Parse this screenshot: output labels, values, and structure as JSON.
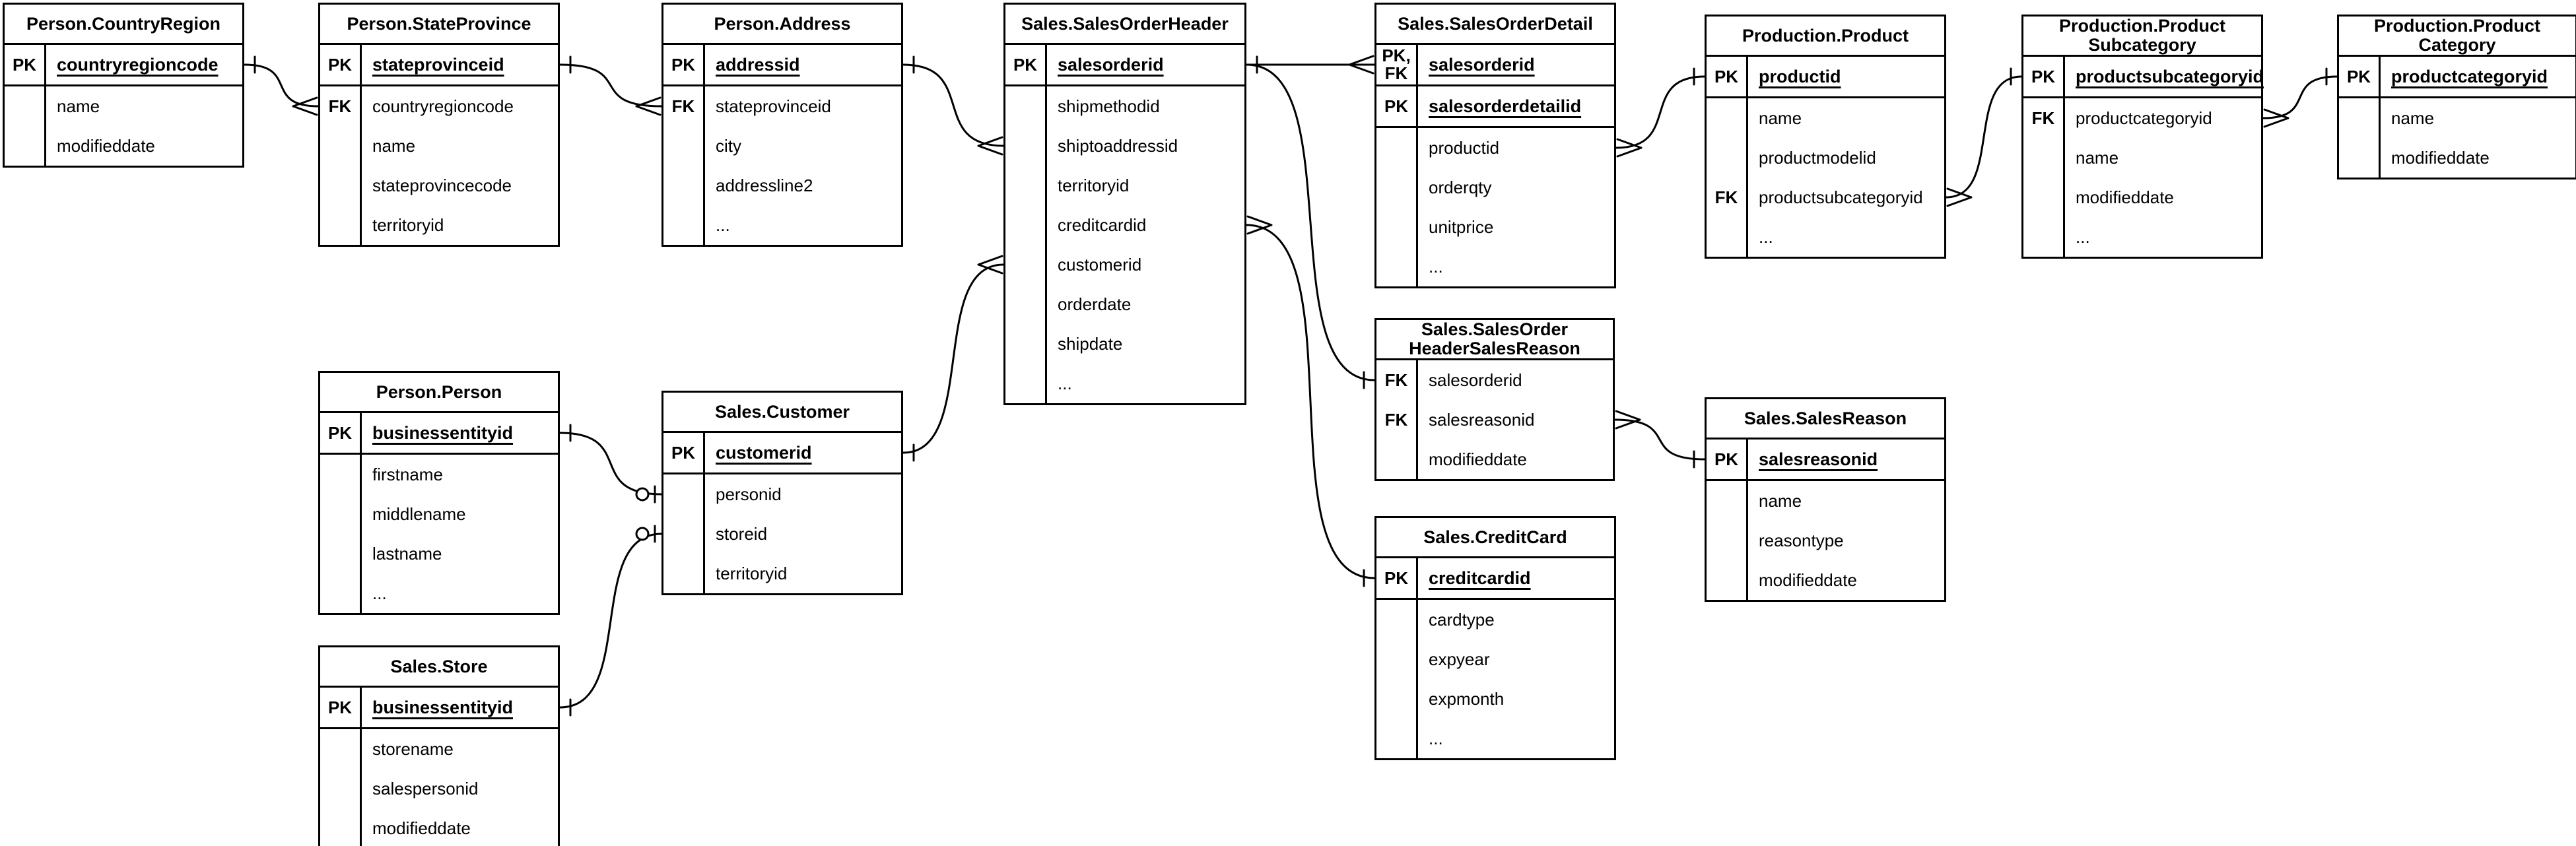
{
  "diagram": {
    "background_color": "#ffffff",
    "line_color": "#000000",
    "tables": [
      {
        "id": "countryregion",
        "title": [
          "Person.CountryRegion"
        ],
        "sections": [
          {
            "rows": [
              {
                "key": "PK",
                "label": "countryregioncode",
                "pk": true
              }
            ]
          },
          {
            "rows": [
              {
                "key": "",
                "label": "name"
              },
              {
                "key": "",
                "label": "modifieddate"
              }
            ]
          }
        ]
      },
      {
        "id": "stateprovince",
        "title": [
          "Person.StateProvince"
        ],
        "sections": [
          {
            "rows": [
              {
                "key": "PK",
                "label": "stateprovinceid",
                "pk": true
              }
            ]
          },
          {
            "rows": [
              {
                "key": "FK",
                "label": "countryregioncode"
              },
              {
                "key": "",
                "label": "name"
              },
              {
                "key": "",
                "label": "stateprovincecode"
              },
              {
                "key": "",
                "label": "territoryid"
              }
            ]
          }
        ]
      },
      {
        "id": "address",
        "title": [
          "Person.Address"
        ],
        "sections": [
          {
            "rows": [
              {
                "key": "PK",
                "label": "addressid",
                "pk": true
              }
            ]
          },
          {
            "rows": [
              {
                "key": "FK",
                "label": "stateprovinceid"
              },
              {
                "key": "",
                "label": "city"
              },
              {
                "key": "",
                "label": "addressline2"
              },
              {
                "key": "",
                "label": "..."
              }
            ]
          }
        ]
      },
      {
        "id": "salesorderheader",
        "title": [
          "Sales.SalesOrderHeader"
        ],
        "sections": [
          {
            "rows": [
              {
                "key": "PK",
                "label": "salesorderid",
                "pk": true
              }
            ]
          },
          {
            "rows": [
              {
                "key": "",
                "label": "shipmethodid"
              },
              {
                "key": "",
                "label": "shiptoaddressid"
              },
              {
                "key": "",
                "label": "territoryid"
              },
              {
                "key": "",
                "label": "creditcardid"
              },
              {
                "key": "",
                "label": "customerid"
              },
              {
                "key": "",
                "label": "orderdate"
              },
              {
                "key": "",
                "label": "shipdate"
              },
              {
                "key": "",
                "label": "..."
              }
            ]
          }
        ]
      },
      {
        "id": "salesorderdetail",
        "title": [
          "Sales.SalesOrderDetail"
        ],
        "sections": [
          {
            "rows": [
              {
                "key": "PK,\nFK",
                "label": "salesorderid",
                "pk": true
              }
            ]
          },
          {
            "rows": [
              {
                "key": "PK",
                "label": "salesorderdetailid",
                "pk": true
              }
            ]
          },
          {
            "rows": [
              {
                "key": "",
                "label": "productid"
              },
              {
                "key": "",
                "label": "orderqty"
              },
              {
                "key": "",
                "label": "unitprice"
              },
              {
                "key": "",
                "label": "..."
              }
            ]
          }
        ]
      },
      {
        "id": "product",
        "title": [
          "Production.Product"
        ],
        "sections": [
          {
            "rows": [
              {
                "key": "PK",
                "label": "productid",
                "pk": true
              }
            ]
          },
          {
            "rows": [
              {
                "key": "",
                "label": "name"
              },
              {
                "key": "",
                "label": "productmodelid"
              },
              {
                "key": "FK",
                "label": "productsubcategoryid"
              },
              {
                "key": "",
                "label": "..."
              }
            ]
          }
        ]
      },
      {
        "id": "productsubcategory",
        "title": [
          "Production.Product",
          "Subcategory"
        ],
        "sections": [
          {
            "rows": [
              {
                "key": "PK",
                "label": "productsubcategoryid",
                "pk": true
              }
            ]
          },
          {
            "rows": [
              {
                "key": "FK",
                "label": "productcategoryid"
              },
              {
                "key": "",
                "label": "name"
              },
              {
                "key": "",
                "label": "modifieddate"
              },
              {
                "key": "",
                "label": "..."
              }
            ]
          }
        ]
      },
      {
        "id": "productcategory",
        "title": [
          "Production.Product",
          "Category"
        ],
        "sections": [
          {
            "rows": [
              {
                "key": "PK",
                "label": "productcategoryid",
                "pk": true
              }
            ]
          },
          {
            "rows": [
              {
                "key": "",
                "label": "name"
              },
              {
                "key": "",
                "label": "modifieddate"
              }
            ]
          }
        ]
      },
      {
        "id": "person",
        "title": [
          "Person.Person"
        ],
        "sections": [
          {
            "rows": [
              {
                "key": "PK",
                "label": "businessentityid",
                "pk": true
              }
            ]
          },
          {
            "rows": [
              {
                "key": "",
                "label": "firstname"
              },
              {
                "key": "",
                "label": "middlename"
              },
              {
                "key": "",
                "label": "lastname"
              },
              {
                "key": "",
                "label": "..."
              }
            ]
          }
        ]
      },
      {
        "id": "customer",
        "title": [
          "Sales.Customer"
        ],
        "sections": [
          {
            "rows": [
              {
                "key": "PK",
                "label": "customerid",
                "pk": true
              }
            ]
          },
          {
            "rows": [
              {
                "key": "",
                "label": "personid"
              },
              {
                "key": "",
                "label": "storeid"
              },
              {
                "key": "",
                "label": "territoryid"
              }
            ]
          }
        ]
      },
      {
        "id": "store",
        "title": [
          "Sales.Store"
        ],
        "sections": [
          {
            "rows": [
              {
                "key": "PK",
                "label": "businessentityid",
                "pk": true
              }
            ]
          },
          {
            "rows": [
              {
                "key": "",
                "label": "storename"
              },
              {
                "key": "",
                "label": "salespersonid"
              },
              {
                "key": "",
                "label": "modifieddate"
              }
            ]
          }
        ]
      },
      {
        "id": "salesorderheadersalesreason",
        "title": [
          "Sales.SalesOrder",
          "HeaderSalesReason"
        ],
        "sections": [
          {
            "rows": [
              {
                "key": "FK",
                "label": "salesorderid"
              },
              {
                "key": "FK",
                "label": "salesreasonid"
              },
              {
                "key": "",
                "label": "modifieddate"
              }
            ]
          }
        ]
      },
      {
        "id": "salesreason",
        "title": [
          "Sales.SalesReason"
        ],
        "sections": [
          {
            "rows": [
              {
                "key": "PK",
                "label": "salesreasonid",
                "pk": true
              }
            ]
          },
          {
            "rows": [
              {
                "key": "",
                "label": "name"
              },
              {
                "key": "",
                "label": "reasontype"
              },
              {
                "key": "",
                "label": "modifieddate"
              }
            ]
          }
        ]
      },
      {
        "id": "creditcard",
        "title": [
          "Sales.CreditCard"
        ],
        "sections": [
          {
            "rows": [
              {
                "key": "PK",
                "label": "creditcardid",
                "pk": true
              }
            ]
          },
          {
            "rows": [
              {
                "key": "",
                "label": "cardtype"
              },
              {
                "key": "",
                "label": "expyear"
              },
              {
                "key": "",
                "label": "expmonth"
              },
              {
                "key": "",
                "label": "..."
              }
            ]
          }
        ]
      }
    ],
    "relationships": [
      {
        "from_table": "countryregion",
        "from_field": "countryregioncode",
        "from_cardinality": "one",
        "to_table": "stateprovince",
        "to_field": "countryregioncode",
        "to_cardinality": "many"
      },
      {
        "from_table": "stateprovince",
        "from_field": "stateprovinceid",
        "from_cardinality": "one",
        "to_table": "address",
        "to_field": "stateprovinceid",
        "to_cardinality": "many"
      },
      {
        "from_table": "address",
        "from_field": "addressid",
        "from_cardinality": "one",
        "to_table": "salesorderheader",
        "to_field": "shiptoaddressid",
        "to_cardinality": "many"
      },
      {
        "from_table": "person",
        "from_field": "businessentityid",
        "from_cardinality": "one",
        "to_table": "customer",
        "to_field": "personid",
        "to_cardinality": "zero-or-one"
      },
      {
        "from_table": "store",
        "from_field": "businessentityid",
        "from_cardinality": "one",
        "to_table": "customer",
        "to_field": "storeid",
        "to_cardinality": "zero-or-one"
      },
      {
        "from_table": "customer",
        "from_field": "customerid",
        "from_cardinality": "one",
        "to_table": "salesorderheader",
        "to_field": "customerid",
        "to_cardinality": "many"
      },
      {
        "from_table": "salesorderheader",
        "from_field": "salesorderid",
        "from_cardinality": "one",
        "to_table": "salesorderdetail",
        "to_field": "salesorderid",
        "to_cardinality": "many"
      },
      {
        "from_table": "salesorderheader",
        "from_field": "salesorderid",
        "from_cardinality": "one",
        "to_table": "salesorderheadersalesreason",
        "to_field": "salesorderid",
        "to_cardinality": "one"
      },
      {
        "from_table": "salesorderheader",
        "from_field": "creditcardid",
        "from_cardinality": "many",
        "to_table": "creditcard",
        "to_field": "creditcardid",
        "to_cardinality": "one"
      },
      {
        "from_table": "salesorderdetail",
        "from_field": "productid",
        "from_cardinality": "many",
        "to_table": "product",
        "to_field": "productid",
        "to_cardinality": "one"
      },
      {
        "from_table": "product",
        "from_field": "productsubcategoryid",
        "from_cardinality": "many",
        "to_table": "productsubcategory",
        "to_field": "productsubcategoryid",
        "to_cardinality": "one"
      },
      {
        "from_table": "productsubcategory",
        "from_field": "productcategoryid",
        "from_cardinality": "many",
        "to_table": "productcategory",
        "to_field": "productcategoryid",
        "to_cardinality": "one"
      },
      {
        "from_table": "salesorderheadersalesreason",
        "from_field": "salesreasonid",
        "from_cardinality": "many",
        "to_table": "salesreason",
        "to_field": "salesreasonid",
        "to_cardinality": "one"
      }
    ]
  }
}
